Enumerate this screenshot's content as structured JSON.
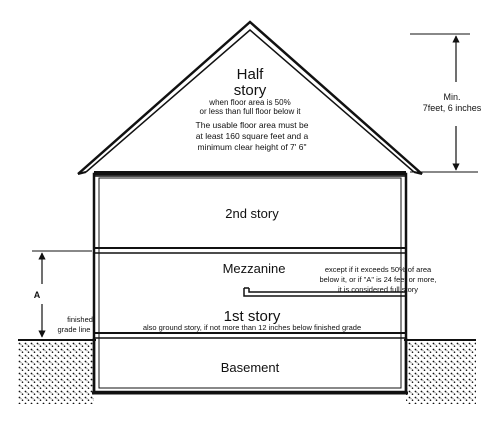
{
  "half_story": {
    "title_line1": "Half",
    "title_line2": "story",
    "note_line1": "when floor area is 50%",
    "note_line2": "or less than full floor below it",
    "usable_line1": "The usable floor area must be",
    "usable_line2": "at least 160 square feet and a",
    "usable_line3": "minimum clear height of 7' 6\""
  },
  "min_height": {
    "line1": "Min.",
    "line2": "7feet, 6 inches"
  },
  "second_story": {
    "label": "2nd story"
  },
  "mezzanine": {
    "label": "Mezzanine",
    "note_line1": "except if it exceeds 50% of area",
    "note_line2": "below it, or if \"A\" is 24 feet or more,",
    "note_line3": "it is considered full story"
  },
  "first_story": {
    "label": "1st story",
    "note": "also ground story, if not more than 12 inches below finished grade"
  },
  "dimension_a": {
    "label": "A"
  },
  "grade": {
    "line1": "finished",
    "line2": "grade line"
  },
  "basement": {
    "label": "Basement"
  },
  "colors": {
    "ink": "#111111",
    "background": "#ffffff"
  }
}
